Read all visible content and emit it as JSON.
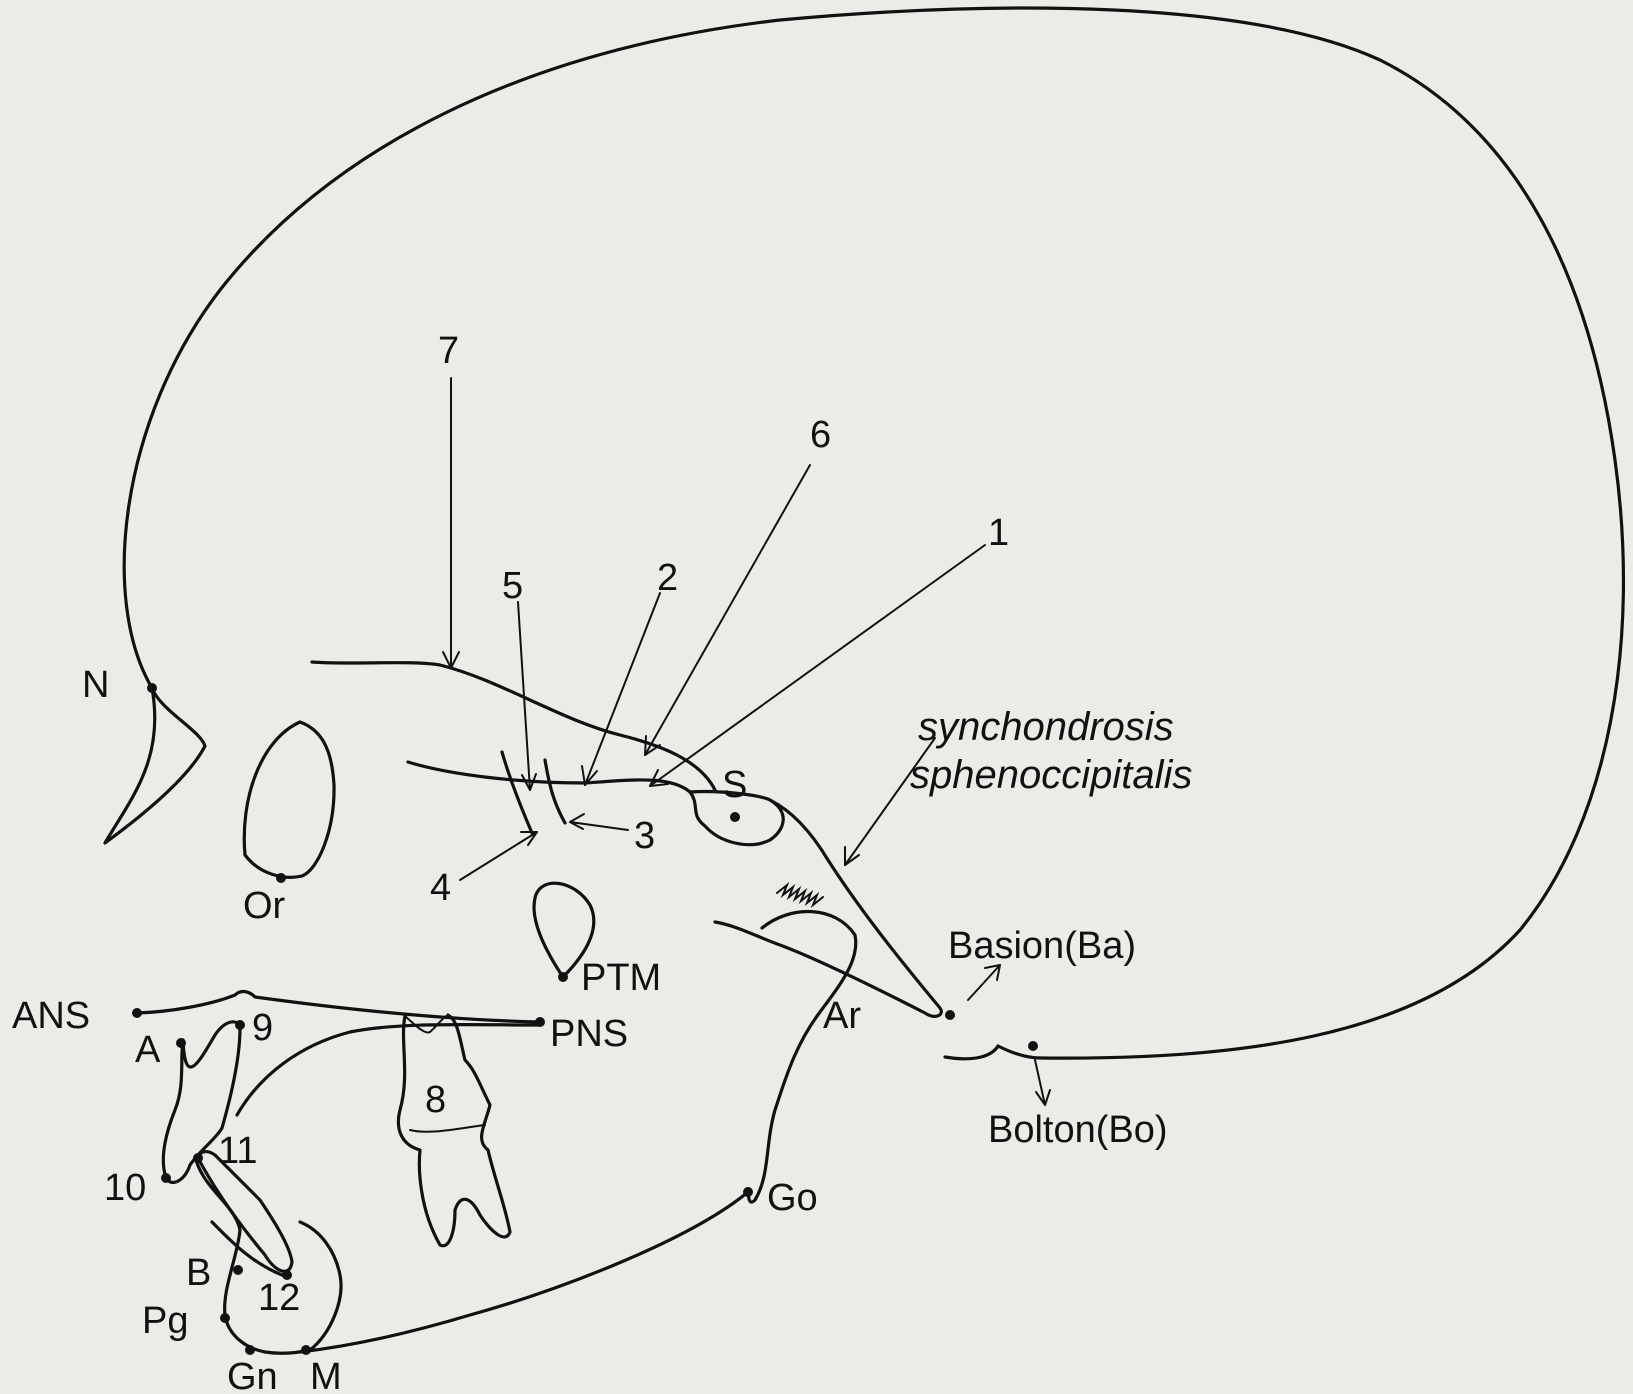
{
  "landmarks": {
    "N": "N",
    "Or": "Or",
    "S": "S",
    "PTM": "PTM",
    "ANS": "ANS",
    "A": "A",
    "PNS": "PNS",
    "Ar": "Ar",
    "Go": "Go",
    "B": "B",
    "Pg": "Pg",
    "Gn": "Gn",
    "M": "M",
    "basion": "Basion(Ba)",
    "bolton": "Bolton(Bo)"
  },
  "structure_labels": {
    "synchondrosis_line1": "synchondrosis",
    "synchondrosis_line2": "sphenoccipitalis"
  },
  "numbers": {
    "n1": "1",
    "n2": "2",
    "n3": "3",
    "n4": "4",
    "n5": "5",
    "n6": "6",
    "n7": "7",
    "n8": "8",
    "n9": "9",
    "n10": "10",
    "n11": "11",
    "n12": "12"
  }
}
